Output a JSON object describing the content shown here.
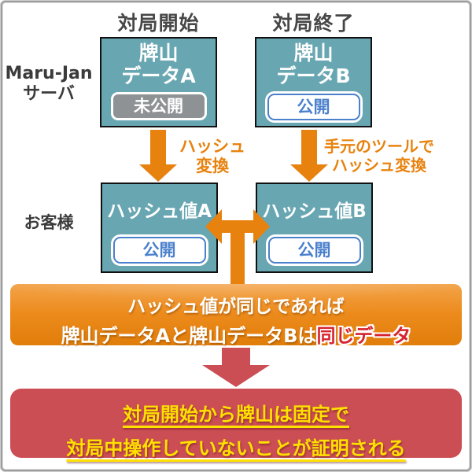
{
  "headers": {
    "game_start": "対局開始",
    "game_end": "対局終了"
  },
  "row_labels": {
    "server_line1": "Maru-Jan",
    "server_line2": "サーバ",
    "customer": "お客様"
  },
  "boxes": {
    "data_a": {
      "title_line1": "牌山",
      "title_line2": "データA",
      "badge": "未公開"
    },
    "data_b": {
      "title_line1": "牌山",
      "title_line2": "データB",
      "badge": "公開"
    },
    "hash_a": {
      "title": "ハッシュ値A",
      "badge": "公開"
    },
    "hash_b": {
      "title": "ハッシュ値B",
      "badge": "公開"
    }
  },
  "arrow_labels": {
    "left_line1": "ハッシュ",
    "left_line2": "変換",
    "right_line1": "手元のツールで",
    "right_line2": "ハッシュ変換"
  },
  "conclusion": {
    "line1": "ハッシュ値が同じであれば",
    "line2_prefix": "牌山データAと牌山データBは",
    "line2_highlight": "同じデータ"
  },
  "proof": {
    "line1": "対局開始から牌山は固定で",
    "line2": "対局中操作していないことが証明される"
  },
  "colors": {
    "teal_box": "#68a6b2",
    "orange_accent": "#e8820e",
    "orange_banner_top": "#f3a349",
    "orange_banner_bottom": "#e17d0a",
    "red_banner": "#cb4e54",
    "yellow_text": "#ffe100",
    "highlight_red": "#d6232e",
    "badge_gray": "#8e9294",
    "badge_blue": "#4a80cc"
  }
}
